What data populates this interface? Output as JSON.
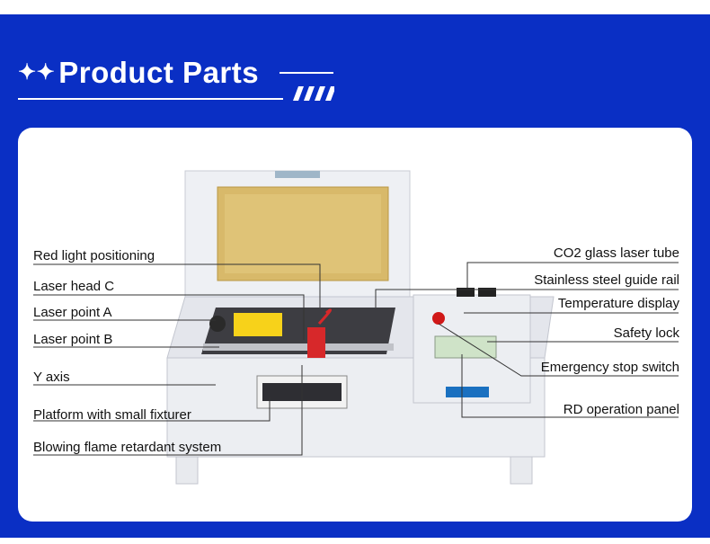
{
  "header": {
    "stars": "✦✦",
    "title": "Product Parts"
  },
  "labels_left": [
    "Red light positioning",
    "Laser head C",
    "Laser point A",
    "Laser point B",
    "Y axis",
    "Platform with small fixturer",
    "Blowing flame retardant system"
  ],
  "labels_right": [
    "CO2 glass laser tube",
    "Stainless steel guide rail",
    "Temperature display",
    "Safety lock",
    "Emergency stop switch",
    "RD operation panel"
  ],
  "colors": {
    "background": "#0a2fc4",
    "panel": "#ffffff",
    "leader_line": "#333333",
    "accent_red": "#d01818"
  }
}
